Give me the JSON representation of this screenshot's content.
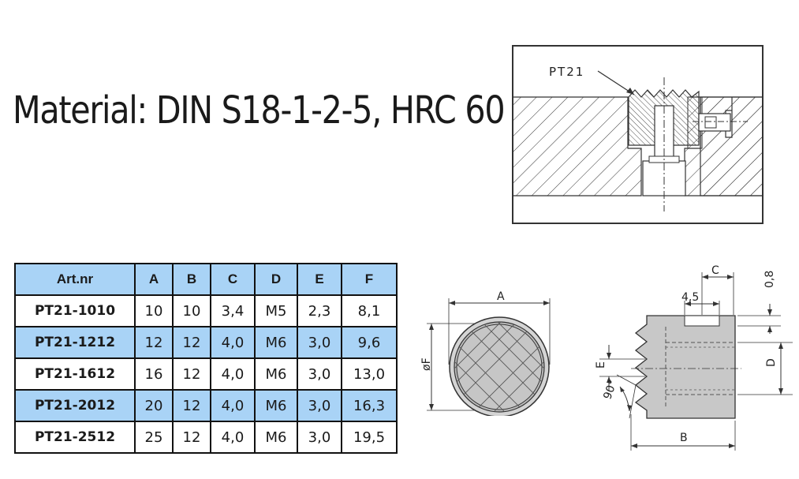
{
  "material": "Material: DIN S18-1-2-5, HRC 60",
  "drawing_labels": {
    "part_callout": "PT21",
    "dim_a": "A",
    "dim_f": "øF",
    "dim_c": "C",
    "dim_c_value": "4,5",
    "dim_top": "0,8",
    "dim_e": "E",
    "dim_d": "D",
    "dim_b": "B",
    "angle": "90°"
  },
  "table": {
    "headers": [
      "Art.nr",
      "A",
      "B",
      "C",
      "D",
      "E",
      "F"
    ],
    "rows": [
      [
        "PT21-1010",
        "10",
        "10",
        "3,4",
        "M5",
        "2,3",
        "8,1"
      ],
      [
        "PT21-1212",
        "12",
        "12",
        "4,0",
        "M6",
        "3,0",
        "9,6"
      ],
      [
        "PT21-1612",
        "16",
        "12",
        "4,0",
        "M6",
        "3,0",
        "13,0"
      ],
      [
        "PT21-2012",
        "20",
        "12",
        "4,0",
        "M6",
        "3,0",
        "16,3"
      ],
      [
        "PT21-2512",
        "25",
        "12",
        "4,0",
        "M6",
        "3,0",
        "19,5"
      ]
    ]
  }
}
